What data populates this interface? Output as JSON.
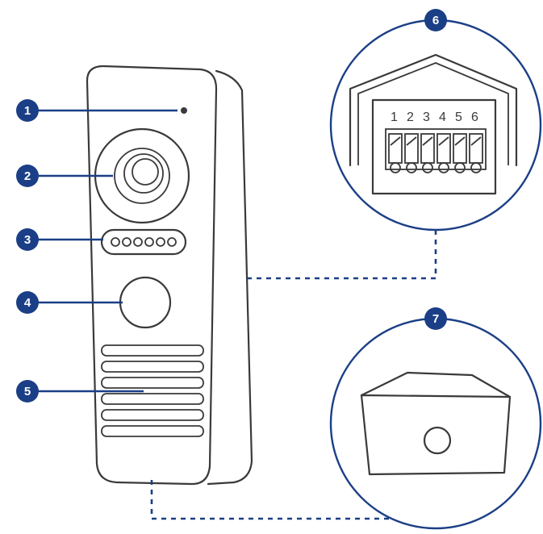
{
  "colors": {
    "accent": "#1b3f86",
    "outline": "#3a3a3a",
    "background": "#ffffff"
  },
  "callouts": [
    {
      "id": "1",
      "label": "1"
    },
    {
      "id": "2",
      "label": "2"
    },
    {
      "id": "3",
      "label": "3"
    },
    {
      "id": "4",
      "label": "4"
    },
    {
      "id": "5",
      "label": "5"
    },
    {
      "id": "6",
      "label": "6"
    },
    {
      "id": "7",
      "label": "7"
    }
  ],
  "terminal_pins": [
    "1",
    "2",
    "3",
    "4",
    "5",
    "6"
  ]
}
